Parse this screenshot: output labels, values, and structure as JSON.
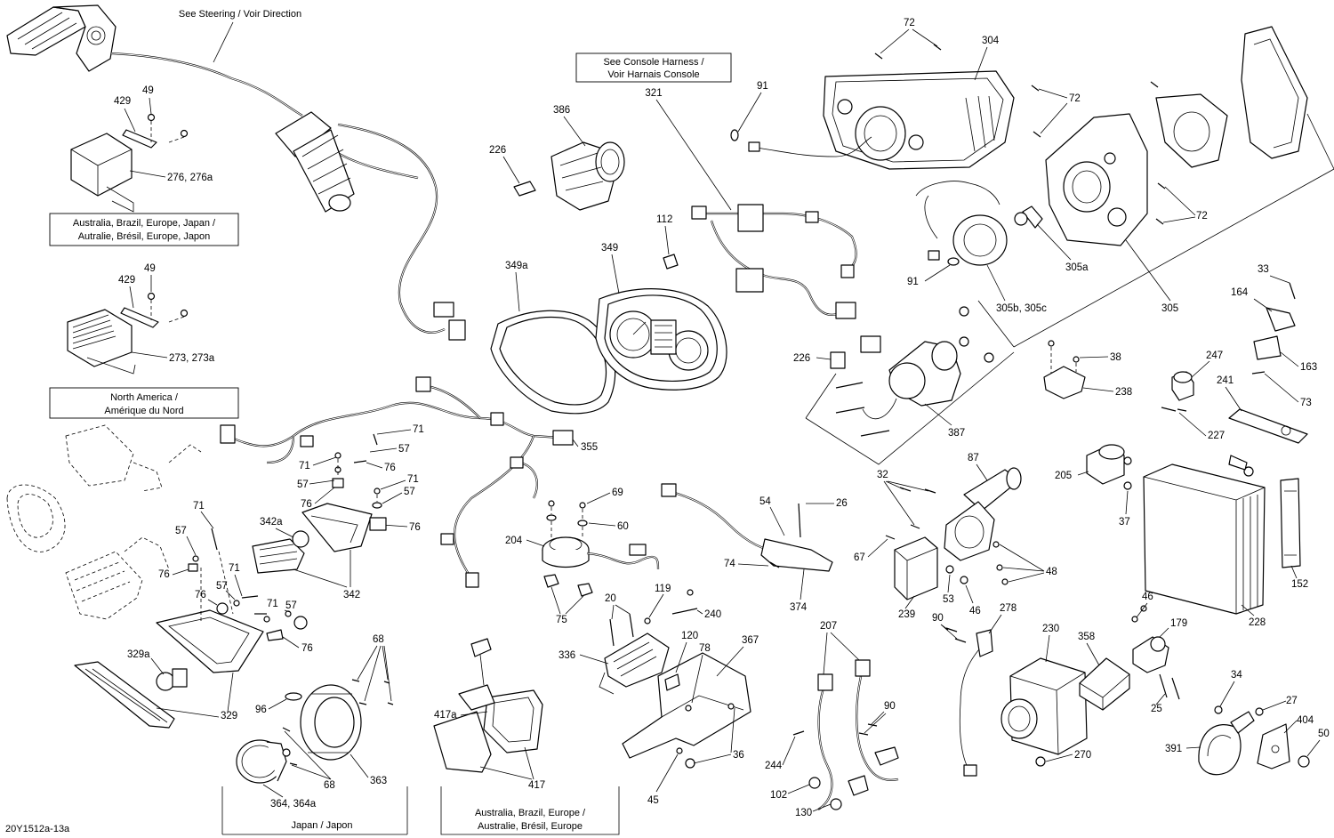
{
  "diagram": {
    "code": "20Y1512a-13a",
    "notes": {
      "steering": "See Steering / Voir Direction",
      "console_1": "See Console Harness /",
      "console_2": "Voir Harnais Console",
      "region_aus_1": "Australia, Brazil, Europe, Japan /",
      "region_aus_2": "Autralie, Brésil, Europe, Japon",
      "region_na_1": "North America /",
      "region_na_2": "Amérique du Nord",
      "region_jp": "Japan / Japon",
      "region_mirror_1": "Australia, Brazil, Europe /",
      "region_mirror_2": "Australie, Brésil, Europe"
    },
    "labels": [
      {
        "id": "l72a",
        "text": "72"
      },
      {
        "id": "l304",
        "text": "304"
      },
      {
        "id": "l321",
        "text": "321"
      },
      {
        "id": "l91a",
        "text": "91"
      },
      {
        "id": "l72b",
        "text": "72"
      },
      {
        "id": "l429a",
        "text": "429"
      },
      {
        "id": "l49a",
        "text": "49"
      },
      {
        "id": "l386",
        "text": "386"
      },
      {
        "id": "l226a",
        "text": "226"
      },
      {
        "id": "l276",
        "text": "276, 276a"
      },
      {
        "id": "l112",
        "text": "112"
      },
      {
        "id": "l349",
        "text": "349"
      },
      {
        "id": "l349a",
        "text": "349a"
      },
      {
        "id": "l72c",
        "text": "72"
      },
      {
        "id": "l305a",
        "text": "305a"
      },
      {
        "id": "l91b",
        "text": "91"
      },
      {
        "id": "l429b",
        "text": "429"
      },
      {
        "id": "l49b",
        "text": "49"
      },
      {
        "id": "l305bc",
        "text": "305b, 305c"
      },
      {
        "id": "l305",
        "text": "305"
      },
      {
        "id": "l33",
        "text": "33"
      },
      {
        "id": "l164",
        "text": "164"
      },
      {
        "id": "l273",
        "text": "273, 273a"
      },
      {
        "id": "l226b",
        "text": "226"
      },
      {
        "id": "l38",
        "text": "38"
      },
      {
        "id": "l247",
        "text": "247"
      },
      {
        "id": "l163",
        "text": "163"
      },
      {
        "id": "l238",
        "text": "238"
      },
      {
        "id": "l241",
        "text": "241"
      },
      {
        "id": "l73",
        "text": "73"
      },
      {
        "id": "l387",
        "text": "387"
      },
      {
        "id": "l227",
        "text": "227"
      },
      {
        "id": "l71a",
        "text": "71"
      },
      {
        "id": "l57a",
        "text": "57"
      },
      {
        "id": "l355",
        "text": "355"
      },
      {
        "id": "l71b",
        "text": "71"
      },
      {
        "id": "l76a",
        "text": "76"
      },
      {
        "id": "l87",
        "text": "87"
      },
      {
        "id": "l205",
        "text": "205"
      },
      {
        "id": "l57b",
        "text": "57"
      },
      {
        "id": "l71c",
        "text": "71"
      },
      {
        "id": "l32",
        "text": "32"
      },
      {
        "id": "l57c",
        "text": "57"
      },
      {
        "id": "l69",
        "text": "69"
      },
      {
        "id": "l76b",
        "text": "76"
      },
      {
        "id": "l54",
        "text": "54"
      },
      {
        "id": "l26",
        "text": "26"
      },
      {
        "id": "l37",
        "text": "37"
      },
      {
        "id": "l71d",
        "text": "71"
      },
      {
        "id": "l76c",
        "text": "76"
      },
      {
        "id": "l60",
        "text": "60"
      },
      {
        "id": "l342a",
        "text": "342a"
      },
      {
        "id": "l57d",
        "text": "57"
      },
      {
        "id": "l204",
        "text": "204"
      },
      {
        "id": "l67",
        "text": "67"
      },
      {
        "id": "l48",
        "text": "48"
      },
      {
        "id": "l74",
        "text": "74"
      },
      {
        "id": "l152",
        "text": "152"
      },
      {
        "id": "l76d",
        "text": "76"
      },
      {
        "id": "l71e",
        "text": "71"
      },
      {
        "id": "l342",
        "text": "342"
      },
      {
        "id": "l75",
        "text": "75"
      },
      {
        "id": "l53",
        "text": "53"
      },
      {
        "id": "l76e",
        "text": "76"
      },
      {
        "id": "l20",
        "text": "20"
      },
      {
        "id": "l119",
        "text": "119"
      },
      {
        "id": "l374",
        "text": "374"
      },
      {
        "id": "l46a",
        "text": "46"
      },
      {
        "id": "l239",
        "text": "239"
      },
      {
        "id": "l228",
        "text": "228"
      },
      {
        "id": "l71f",
        "text": "71"
      },
      {
        "id": "l57e",
        "text": "57"
      },
      {
        "id": "l240",
        "text": "240"
      },
      {
        "id": "l46b",
        "text": "46"
      },
      {
        "id": "l207",
        "text": "207"
      },
      {
        "id": "l278",
        "text": "278"
      },
      {
        "id": "l90a",
        "text": "90"
      },
      {
        "id": "l179",
        "text": "179"
      },
      {
        "id": "l76f",
        "text": "76"
      },
      {
        "id": "l68a",
        "text": "68"
      },
      {
        "id": "l120",
        "text": "120"
      },
      {
        "id": "l367",
        "text": "367"
      },
      {
        "id": "l230",
        "text": "230"
      },
      {
        "id": "l358",
        "text": "358"
      },
      {
        "id": "l329a",
        "text": "329a"
      },
      {
        "id": "l336",
        "text": "336"
      },
      {
        "id": "l78",
        "text": "78"
      },
      {
        "id": "l96",
        "text": "96"
      },
      {
        "id": "l417a",
        "text": "417a"
      },
      {
        "id": "l25",
        "text": "25"
      },
      {
        "id": "l34",
        "text": "34"
      },
      {
        "id": "l329",
        "text": "329"
      },
      {
        "id": "l27",
        "text": "27"
      },
      {
        "id": "l404",
        "text": "404"
      },
      {
        "id": "l90b",
        "text": "90"
      },
      {
        "id": "l50",
        "text": "50"
      },
      {
        "id": "l36",
        "text": "36"
      },
      {
        "id": "l391",
        "text": "391"
      },
      {
        "id": "l363",
        "text": "363"
      },
      {
        "id": "l244",
        "text": "244"
      },
      {
        "id": "l270",
        "text": "270"
      },
      {
        "id": "l68b",
        "text": "68"
      },
      {
        "id": "l417",
        "text": "417"
      },
      {
        "id": "l364",
        "text": "364, 364a"
      },
      {
        "id": "l102",
        "text": "102"
      },
      {
        "id": "l45",
        "text": "45"
      },
      {
        "id": "l130",
        "text": "130"
      }
    ]
  }
}
